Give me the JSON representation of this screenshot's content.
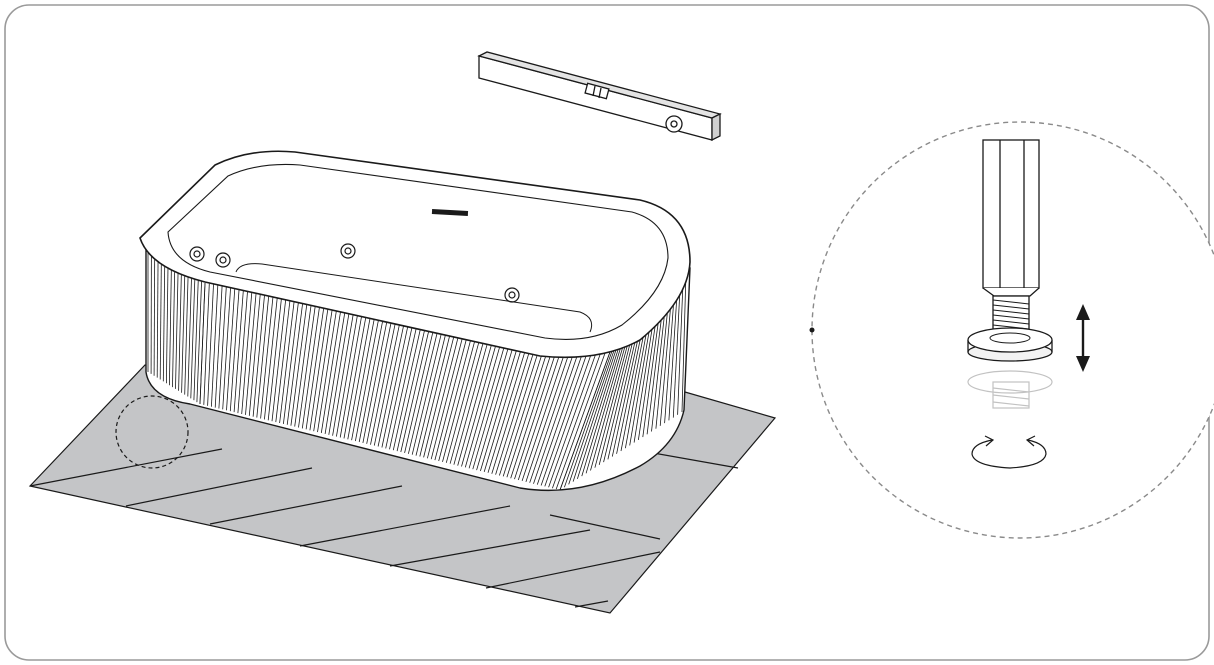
{
  "figure": {
    "kind": "installation-step-illustration",
    "components": [
      "frame",
      "floor-sheet",
      "freestanding-fluted-bathtub",
      "spirit-level",
      "detail-callout-circle",
      "detail-magnified-circle",
      "adjustable-foot",
      "up-down-arrow",
      "rotate-arrow"
    ],
    "colors": {
      "frame_stroke": "#9a9a9a",
      "line": "#1a1a1a",
      "floor_fill": "#c4c5c7",
      "tub_fill": "#ffffff",
      "detail_circle_stroke": "#8a8a8a"
    },
    "bathtub": {
      "fluting_count": 140,
      "whirlpool_jets": 4,
      "overflow_drain": 1
    },
    "foot_adjustment": {
      "vertical_adjust": true,
      "rotate_adjust": true
    }
  }
}
